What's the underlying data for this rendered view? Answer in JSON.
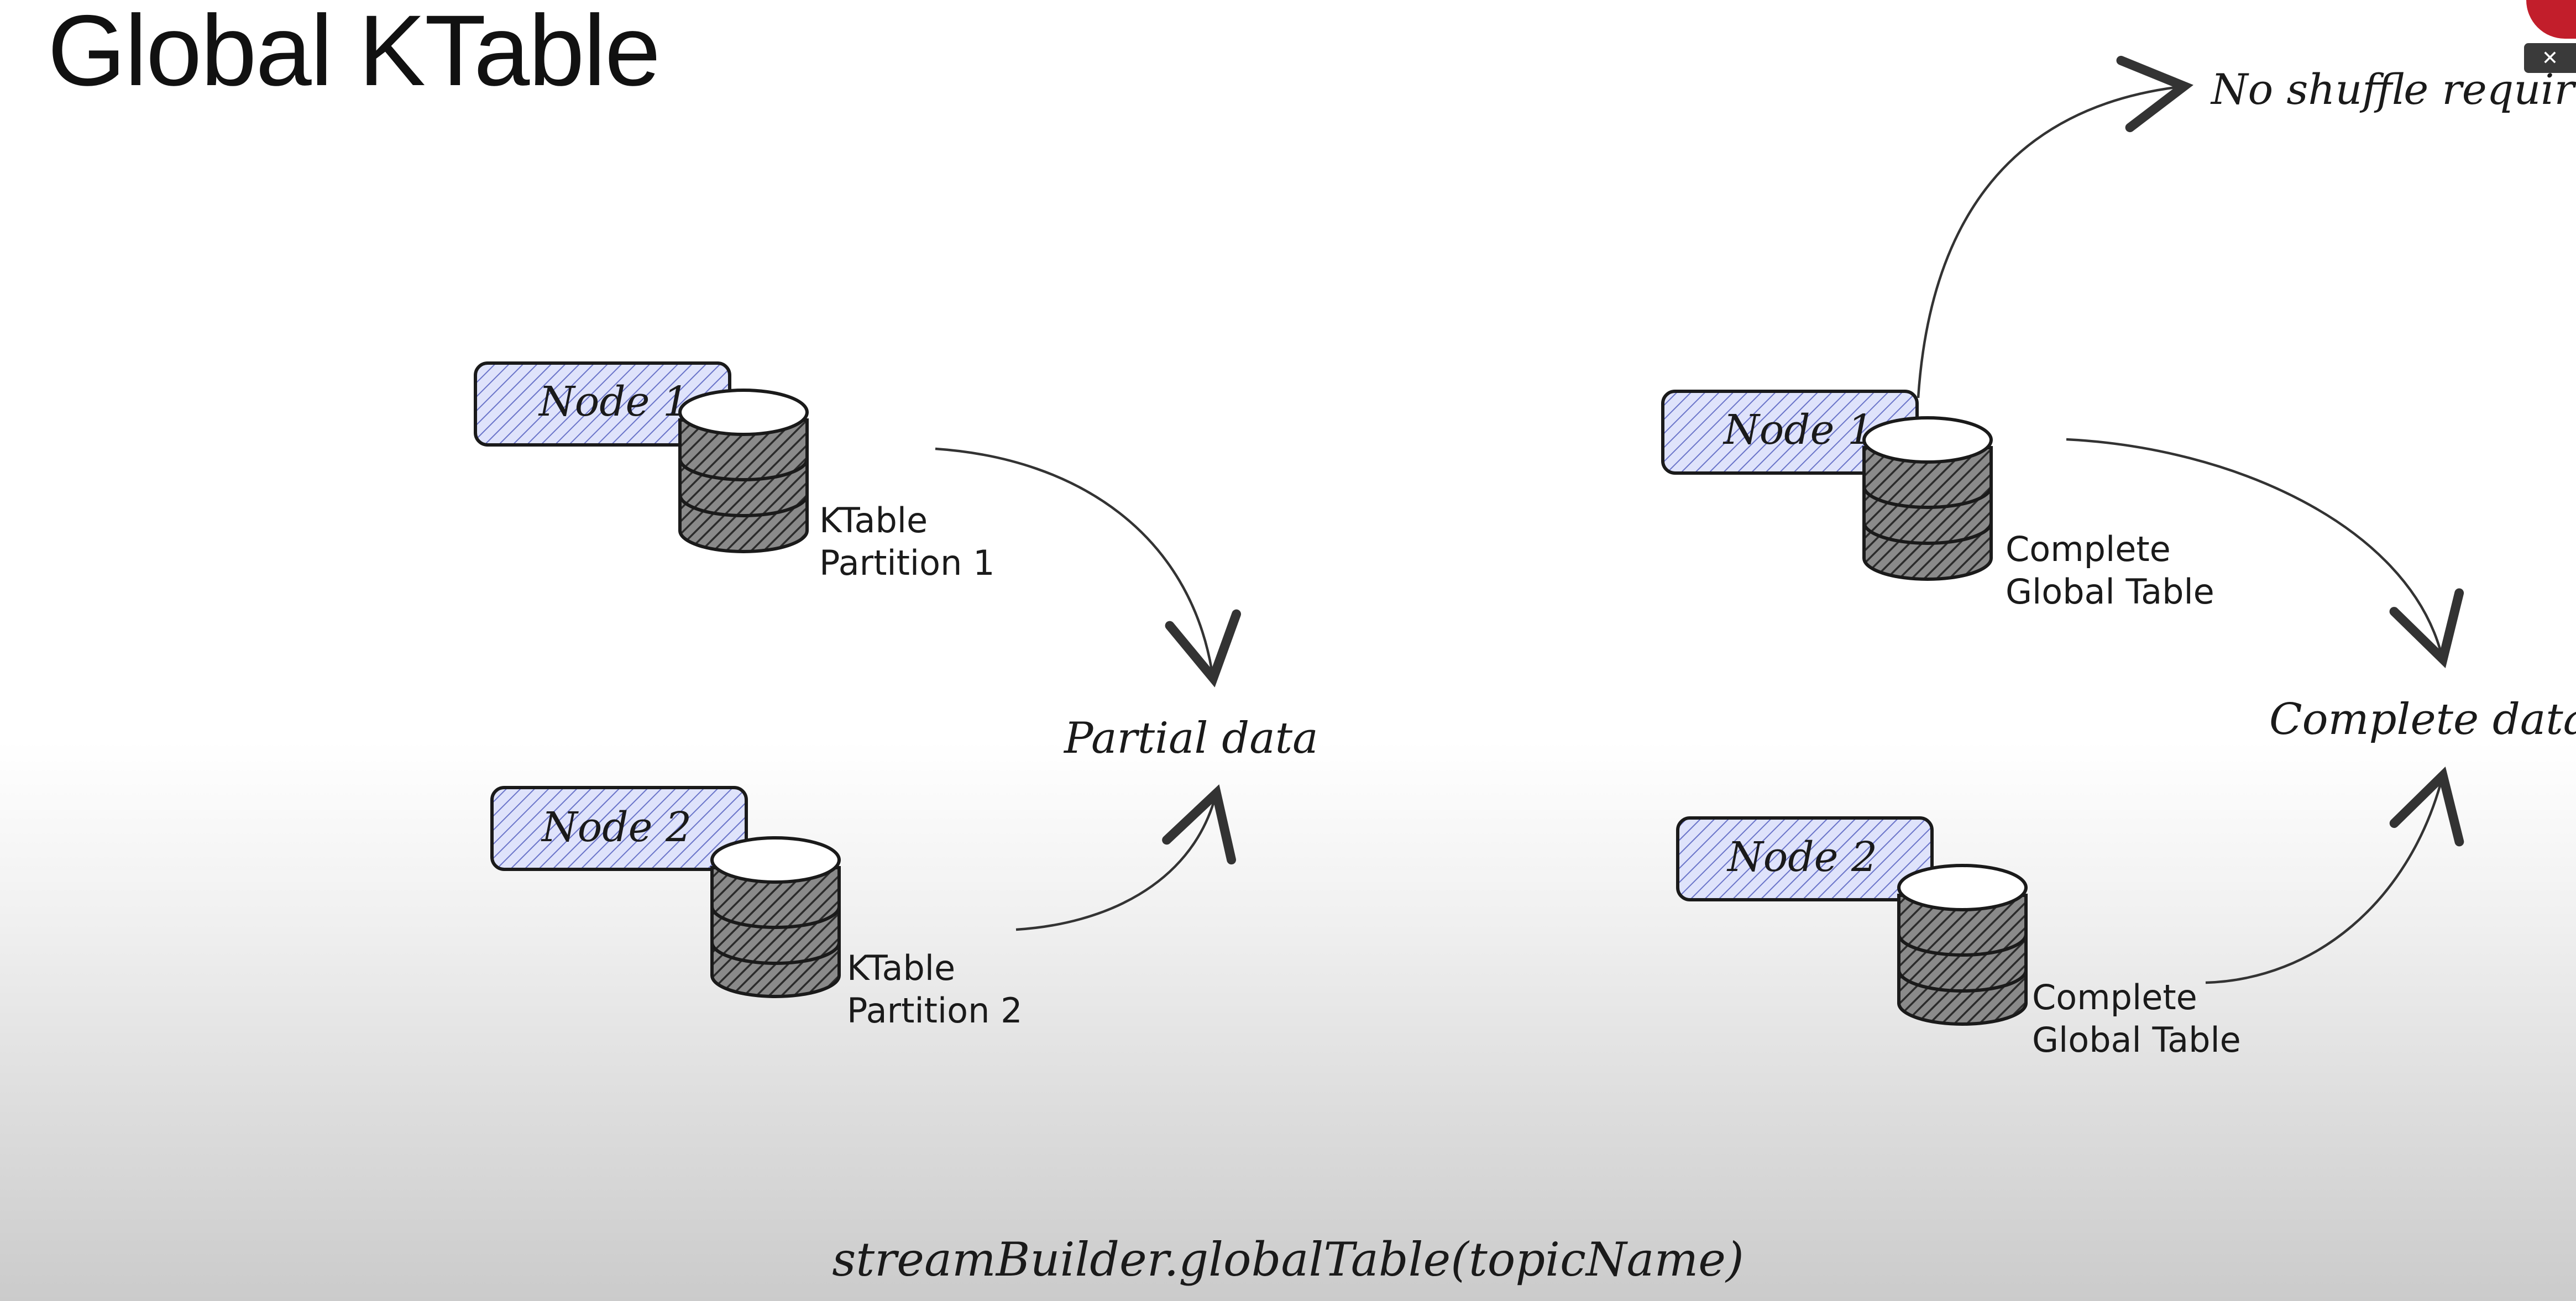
{
  "slide": {
    "title": "Global KTable",
    "code": "streamBuilder.globalTable(topicName)"
  },
  "left_diagram": {
    "node1": {
      "label": "Node 1",
      "table_line1": "KTable",
      "table_line2": "Partition 1"
    },
    "node2": {
      "label": "Node 2",
      "table_line1": "KTable",
      "table_line2": "Partition 2"
    },
    "result": "Partial data"
  },
  "right_diagram": {
    "node1": {
      "label": "Node 1",
      "table_line1": "Complete",
      "table_line2": "Global Table"
    },
    "node2": {
      "label": "Node 2",
      "table_line1": "Complete",
      "table_line2": "Global Table"
    },
    "result": "Complete data",
    "note": "No shuffle required"
  },
  "colors": {
    "node_fill": "#dfe3fb",
    "node_hatch": "#6a74c9",
    "db_hatch": "#2b2b2b",
    "stroke": "#1a1a1a"
  },
  "icons": {
    "database": "database-stack-icon",
    "close": "close-icon"
  }
}
